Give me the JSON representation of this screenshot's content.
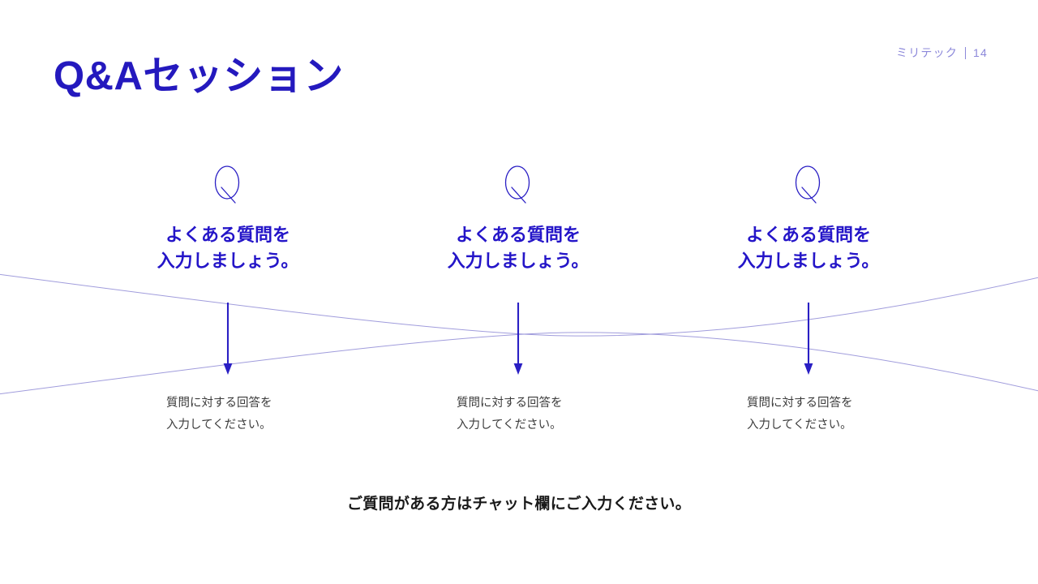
{
  "header": {
    "title": "Q&Aセッション",
    "brand": "ミリテック",
    "divider": "|",
    "page_number": "14"
  },
  "colors": {
    "title_blue": "#2419be",
    "heading_blue": "#2415c8",
    "accent_blue": "#2a1fc4",
    "meta_periwinkle": "#8c88da",
    "curve_periwinkle": "#8f8bd6",
    "body_gray": "#3b3b3b",
    "footer_black": "#1a1a1a",
    "background": "#ffffff"
  },
  "columns": [
    {
      "icon": "letter-q-serif-icon",
      "heading": "よくある質問を\n入力しましょう。",
      "arrow": "down-arrow-icon",
      "body": "質問に対する回答を\n入力してください。"
    },
    {
      "icon": "letter-q-serif-icon",
      "heading": "よくある質問を\n入力しましょう。",
      "arrow": "down-arrow-icon",
      "body": "質問に対する回答を\n入力してください。"
    },
    {
      "icon": "letter-q-serif-icon",
      "heading": "よくある質問を\n入力しましょう。",
      "arrow": "down-arrow-icon",
      "body": "質問に対する回答を\n入力してください。"
    }
  ],
  "footer": {
    "note": "ご質問がある方はチャット欄にご入力ください。"
  },
  "decoration": {
    "curve_count": 2,
    "shape": "lens-crossing-curves"
  }
}
